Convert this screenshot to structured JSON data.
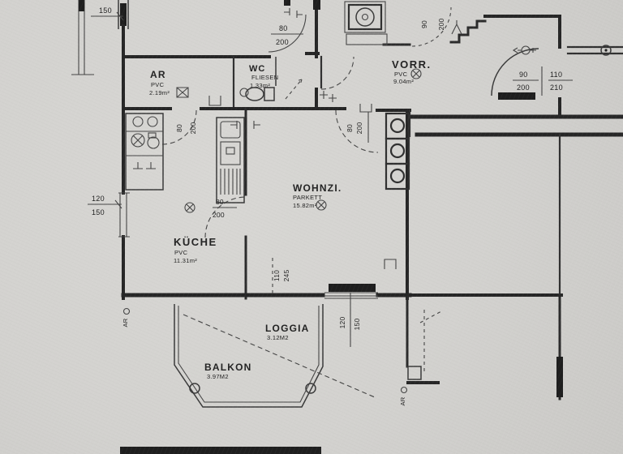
{
  "document": {
    "kind": "scanned apartment floor plan"
  },
  "colors": {
    "paper": "#d3d2cf",
    "ink": "#262626"
  },
  "rooms": {
    "ar": {
      "name": "AR",
      "floor": "PVC",
      "area": "2.19m²"
    },
    "wc": {
      "name": "WC",
      "floor": "FLIESEN",
      "area": "1.33m²"
    },
    "vorr": {
      "name": "VORR.",
      "floor": "PVC",
      "area": "9.04m²"
    },
    "wohnzimmer": {
      "name": "WOHNZI.",
      "floor": "PARKETT",
      "area": "15.82m²"
    },
    "kueche": {
      "name": "KÜCHE",
      "floor": "PVC",
      "area": "11.31m²"
    },
    "loggia": {
      "name": "LOGGIA",
      "area": "3.12M2"
    },
    "balkon": {
      "name": "BALKON",
      "area": "3.97M2"
    }
  },
  "dims": {
    "top_left": "150",
    "left_window_w": "120",
    "left_window_h": "150",
    "wc_door_w": "80",
    "wc_door_h": "200",
    "ar_pass_w": "80",
    "ar_pass_h": "200",
    "kueche_door_w": "80",
    "kueche_door_h": "200",
    "vorr_door_w": "80",
    "vorr_door_h": "200",
    "entry_door_w": "90",
    "entry_door_h": "200",
    "tr_door_w": "90",
    "tr_door_h": "200",
    "tr_door2_w": "110",
    "tr_door2_h": "210",
    "niche_w": "110",
    "niche_h": "245",
    "loggia_win_w": "120",
    "loggia_win_h": "150"
  },
  "markers": {
    "left": "AR",
    "right": "AR"
  }
}
